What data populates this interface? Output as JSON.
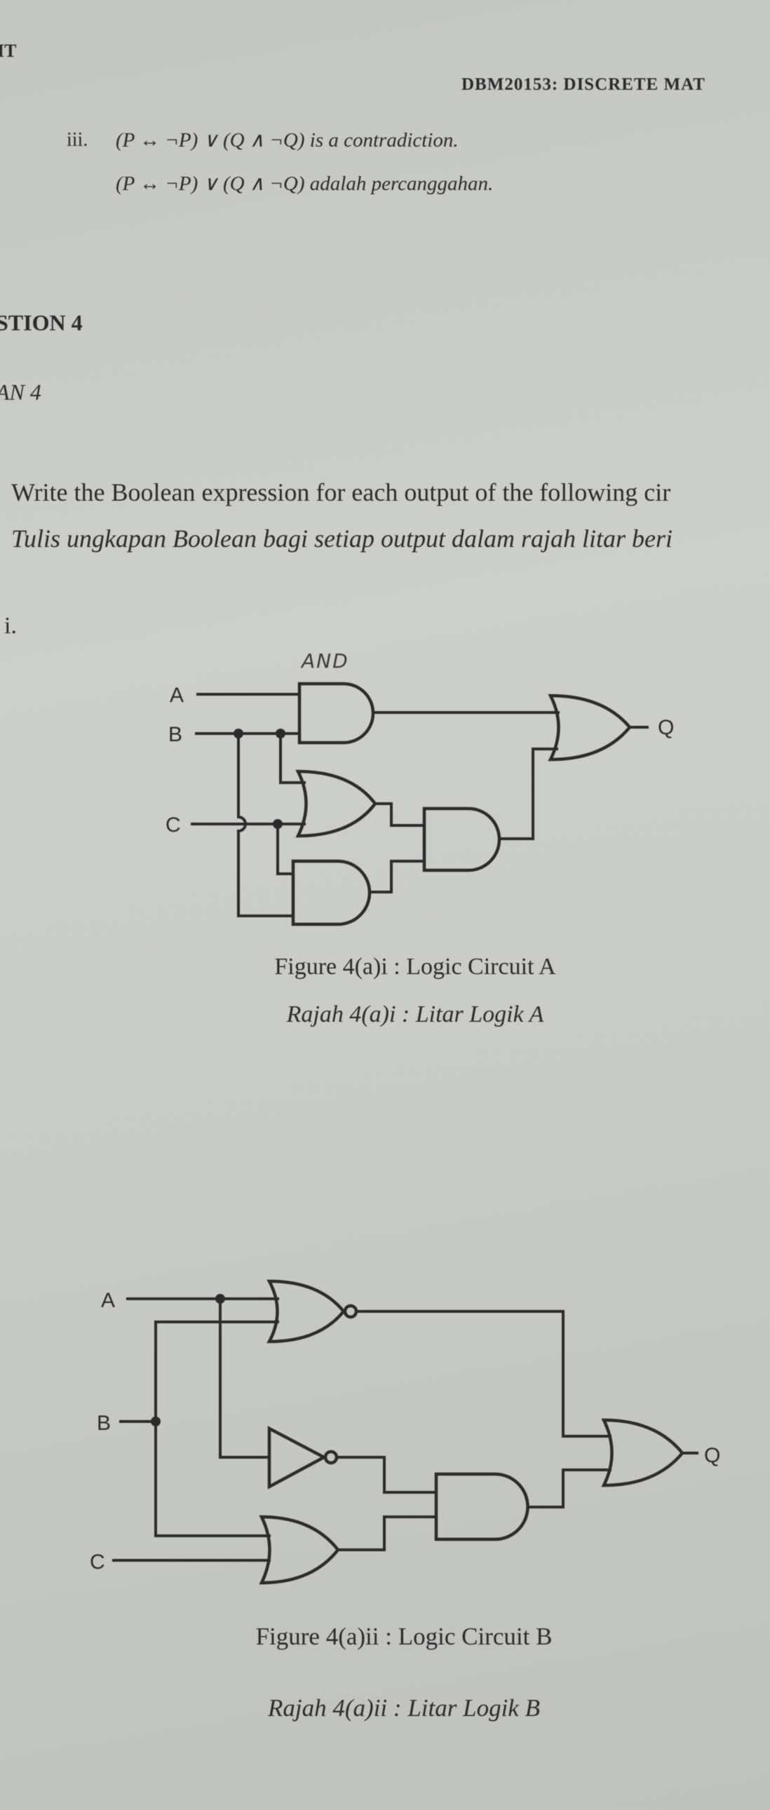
{
  "header": {
    "left_fragment": "IT",
    "course_title": "DBM20153: DISCRETE MAT"
  },
  "previous_item": {
    "number": "iii.",
    "statement_en": "(P ↔ ¬P) ∨ (Q ∧ ¬Q) is a contradiction.",
    "statement_ms_expr": "(P ↔ ¬P) ∨ (Q ∧ ¬Q)",
    "statement_ms_text": " adalah percanggahan."
  },
  "question": {
    "heading_en": "STION 4",
    "heading_ms": "AN 4",
    "instruction_en": "Write the Boolean expression for each output of the following cir",
    "instruction_ms": "Tulis ungkapan Boolean bagi setiap output dalam rajah litar beri",
    "part_number": "i."
  },
  "figure_a": {
    "handwritten_note": "AND",
    "inputs": [
      "A",
      "B",
      "C"
    ],
    "output": "Q",
    "caption_en": "Figure 4(a)i : Logic Circuit A",
    "caption_ms": "Rajah 4(a)i : Litar Logik A"
  },
  "figure_b": {
    "inputs": [
      "A",
      "B",
      "C"
    ],
    "output": "Q",
    "caption_en": "Figure 4(a)ii : Logic Circuit B",
    "caption_ms": "Rajah 4(a)ii : Litar Logik B"
  }
}
